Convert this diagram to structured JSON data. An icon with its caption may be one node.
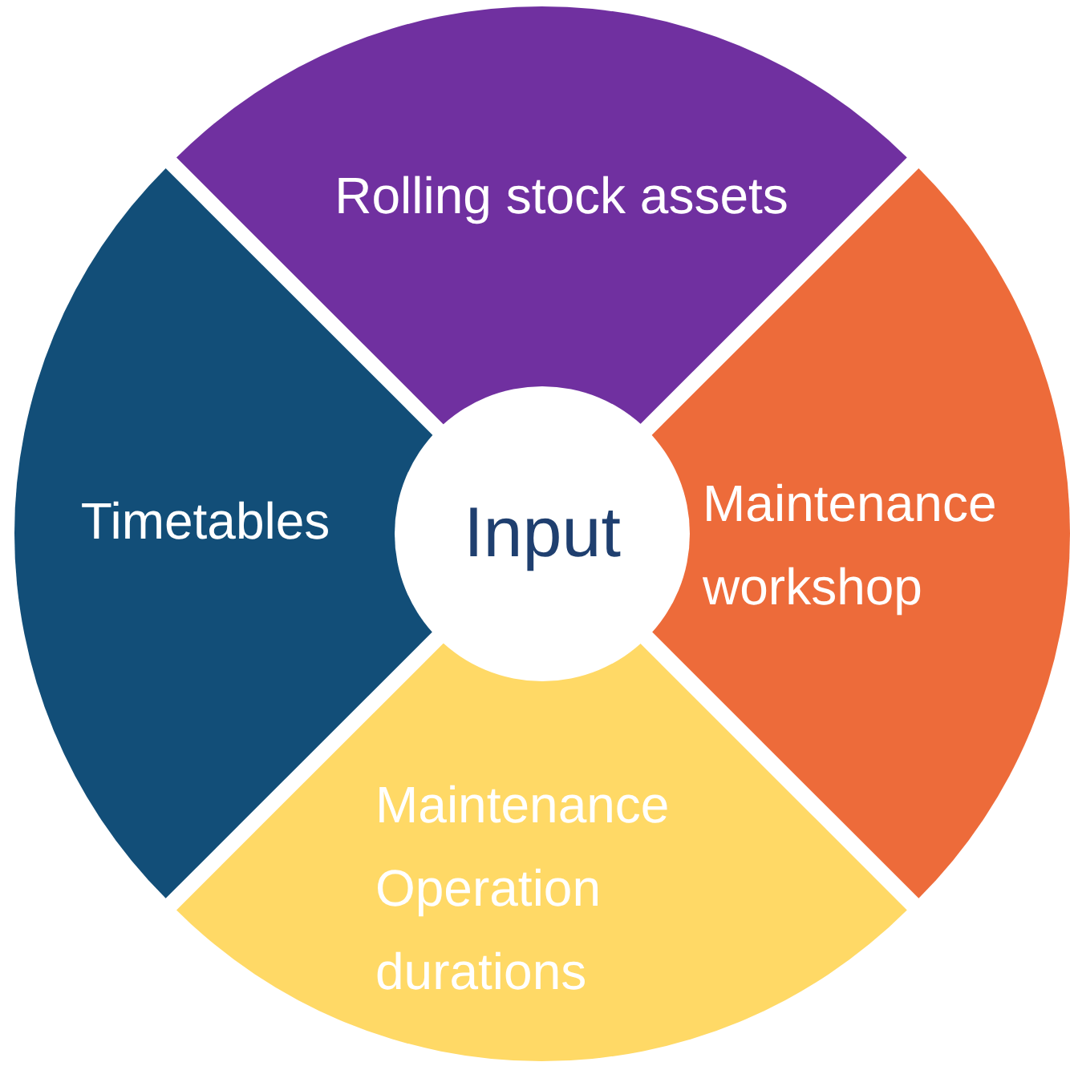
{
  "diagram": {
    "nodes": [
      {
        "text": [
          "Input"
        ]
      },
      {
        "text": [
          "Rolling stock assets"
        ]
      },
      {
        "text": [
          "Maintenance workshop"
        ]
      },
      {
        "text": [
          "Maintenance Operation durations"
        ]
      },
      {
        "text": [
          "Timetables"
        ]
      }
    ]
  }
}
